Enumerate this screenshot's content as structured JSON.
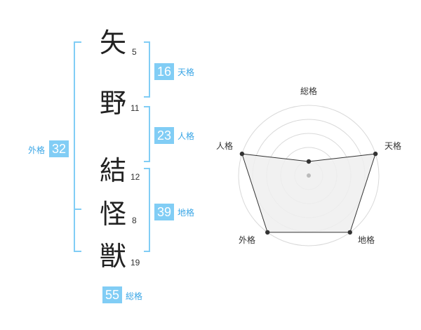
{
  "name": {
    "chars": [
      {
        "char": "矢",
        "strokes": "5"
      },
      {
        "char": "野",
        "strokes": "11"
      },
      {
        "char": "結",
        "strokes": "12"
      },
      {
        "char": "怪",
        "strokes": "8"
      },
      {
        "char": "獣",
        "strokes": "19"
      }
    ]
  },
  "kaku": {
    "tenkaku": {
      "value": "16",
      "label": "天格"
    },
    "jinkaku": {
      "value": "23",
      "label": "人格"
    },
    "chikaku": {
      "value": "39",
      "label": "地格"
    },
    "gaikaku": {
      "value": "32",
      "label": "外格"
    },
    "soukaku": {
      "value": "55",
      "label": "総格"
    }
  },
  "colors": {
    "accent": "#81cdf5",
    "bracket": "#81cdf5",
    "polygon_fill": "#eeeeee"
  },
  "chart_data": {
    "type": "radar",
    "axes": [
      "総格",
      "天格",
      "地格",
      "外格",
      "人格"
    ],
    "levels": 5,
    "values": [
      1,
      5,
      5,
      5,
      5
    ],
    "max": 5
  }
}
